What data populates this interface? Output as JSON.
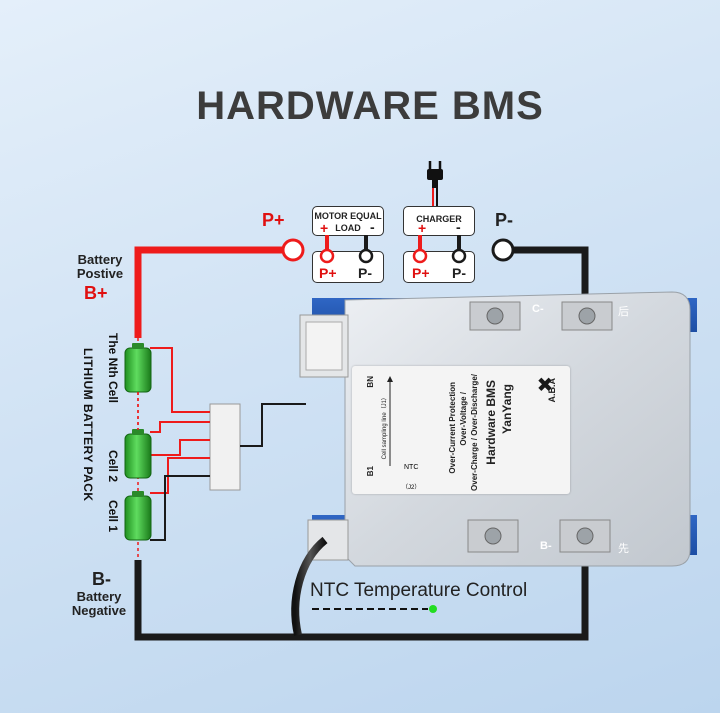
{
  "title": "HARDWARE BMS",
  "labels": {
    "p_plus": "P+",
    "p_minus": "P-",
    "battery_positive_line1": "Battery",
    "battery_positive_line2": "Postive",
    "b_plus": "B+",
    "b_minus": "B-",
    "battery_negative_line1": "Battery",
    "battery_negative_line2": "Negative",
    "nth_cell": "The Nth Cell",
    "pack_name": "LITHIUM BATTERY PACK",
    "cell2": "Cell 2",
    "cell1": "Cell 1",
    "ntc_control": "NTC Temperature Control"
  },
  "motor_box": {
    "title_line1": "MOTOR EQUAL",
    "title_line2": "LOAD",
    "plus": "+",
    "minus": "-",
    "p_plus": "P+",
    "p_minus": "P-"
  },
  "charger_box": {
    "title": "CHARGER",
    "plus": "+",
    "minus": "-",
    "p_plus": "P+",
    "p_minus": "P-"
  },
  "board": {
    "c_minus": "C-",
    "b_minus": "B-",
    "chinese_top": "后",
    "chinese_bottom": "先"
  },
  "sticker": {
    "brand": "YanYang",
    "product": "Hardware BMS",
    "feature1": "Over-Charge / Over-Discharge/",
    "feature2": "Over-Voltage /",
    "feature3": "Over-Current Protection",
    "bn": "BN",
    "b1": "B1",
    "cell_sampling": "Cell sampling line（J1）",
    "ntc": "NTC",
    "j2": "（J2）",
    "logo": "A.B.A"
  },
  "colors": {
    "positive_wire": "#ee1b1b",
    "negative_wire": "#1a1a1a",
    "cell_green": "#2fb52f",
    "ntc_dot": "#22dd22",
    "title": "#3c3c3c"
  }
}
